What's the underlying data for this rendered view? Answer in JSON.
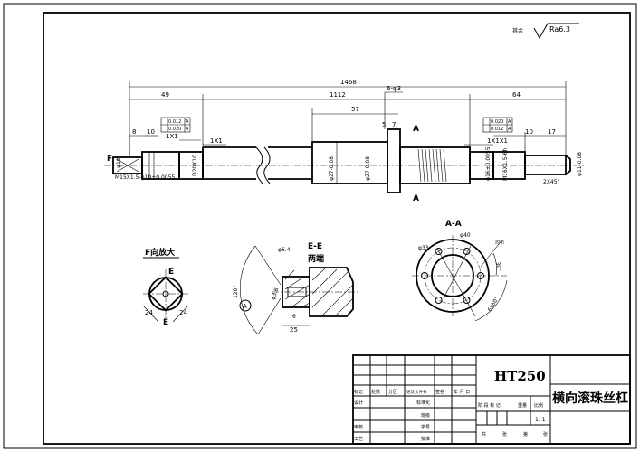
{
  "roughness": {
    "label": "其余",
    "value": "Ra6.3"
  },
  "dims": {
    "overall": "1468",
    "left": "49",
    "middle": "1112",
    "right": "64",
    "nut": "57",
    "holes": "6-φ3",
    "w5": "5",
    "w7": "7",
    "b8": "8",
    "b10": "10",
    "ch1": "1X1",
    "ch2": "1X1",
    "ch3": "1X1X1",
    "r10": "10",
    "r17": "17",
    "chamfer": "2X45°",
    "d10": "φ10",
    "thread_left": "M15X1.5-φ10±0.0055",
    "d20": "D20X10",
    "d27a": "φ27-0.08",
    "d27b": "φ27-0.08",
    "d16": "φ16±0.0055",
    "m16": "M16X1.5-6h",
    "d11": "φ11-0.08"
  },
  "tolerances": {
    "left": [
      {
        "value": "0.012",
        "datum": "A"
      },
      {
        "value": "0.020",
        "datum": "A"
      }
    ],
    "right": [
      {
        "value": "0.020",
        "datum": "A"
      },
      {
        "value": "0.012",
        "datum": "A"
      }
    ]
  },
  "marks": {
    "f": "F",
    "a_top": "A",
    "a_bottom": "A",
    "a_left": "A"
  },
  "f_view": {
    "title": "F向放大",
    "e_top": "E",
    "e_bottom": "E",
    "d1": "24",
    "d2": "24"
  },
  "ee_view": {
    "title": "E-E",
    "subtitle": "两端",
    "hole": "φ6.4",
    "angle": "120°",
    "len": "25",
    "depth": "6",
    "d_small": "φ3.6",
    "a": "A"
  },
  "aa_view": {
    "title": "A-A",
    "d40": "φ40",
    "d33": "φ33",
    "angle": "30°",
    "pattern": "6x60°",
    "note": "均布"
  },
  "title_block": {
    "material": "HT250",
    "name": "横向滚珠丝杠",
    "headers": [
      "标记",
      "处数",
      "分区",
      "更改文件号",
      "签名",
      "年 月 日"
    ],
    "left_labels": [
      "设计",
      "审核",
      "工艺"
    ],
    "mid_labels": [
      "标准化",
      "班级",
      "学号",
      "批准"
    ],
    "stage_headers": [
      "阶 段 标 记",
      "重量",
      "比例"
    ],
    "scale": "1: 1",
    "sheet": [
      "共",
      "张",
      "第",
      "张"
    ]
  }
}
